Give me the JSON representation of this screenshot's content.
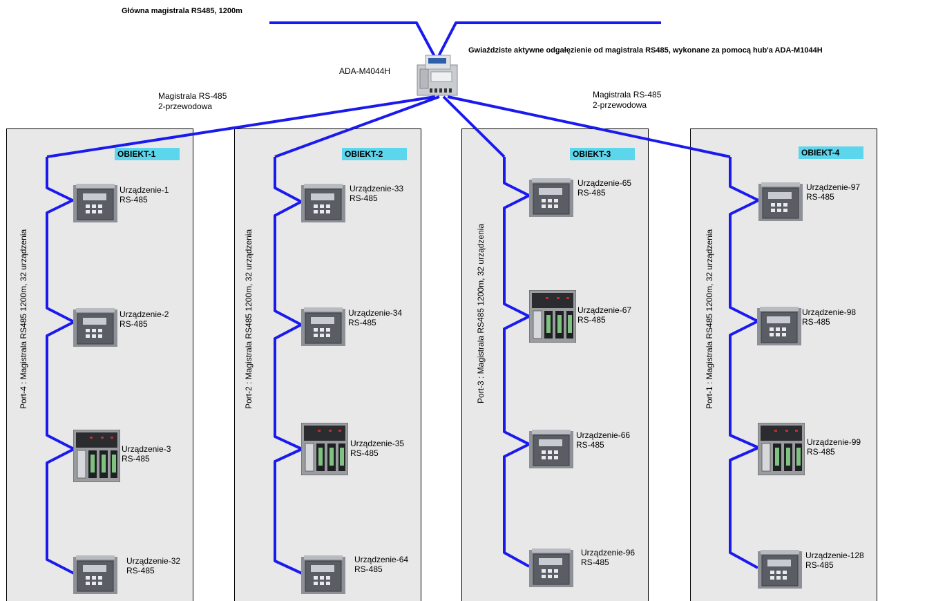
{
  "title": "Główna magistrala RS485, 1200m",
  "hub_description": "Gwiaździste aktywne odgałęzienie od magistrala RS485, wykonane za pomocą hub'a ADA-M1044H",
  "hub_label": "ADA-M4044H",
  "bus_label_left": {
    "line1": "Magistrala RS-485",
    "line2": "2-przewodowa"
  },
  "bus_label_right": {
    "line1": "Magistrala RS-485",
    "line2": "2-przewodowa"
  },
  "colors": {
    "wire": "#1a1aee",
    "panel": "#e8e8e8",
    "object_tag": "#5cd6ec"
  },
  "objects": [
    {
      "name": "OBIEKT-1",
      "port": "Port-4 : Magistrala RS485 1200m, 32 urządzenia",
      "devices": [
        {
          "name": "Urządzenie-1",
          "proto": "RS-485",
          "type": "panel-meter"
        },
        {
          "name": "Urządzenie-2",
          "proto": "RS-485",
          "type": "panel-meter"
        },
        {
          "name": "Urządzenie-3",
          "proto": "RS-485",
          "type": "plc-rack"
        },
        {
          "name": "Urządzenie-32",
          "proto": "RS-485",
          "type": "panel-meter"
        }
      ]
    },
    {
      "name": "OBIEKT-2",
      "port": "Port-2 : Magistrala RS485 1200m, 32 urządzenia",
      "devices": [
        {
          "name": "Urządzenie-33",
          "proto": "RS-485",
          "type": "panel-meter"
        },
        {
          "name": "Urządzenie-34",
          "proto": "RS-485",
          "type": "panel-meter"
        },
        {
          "name": "Urządzenie-35",
          "proto": "RS-485",
          "type": "plc-rack"
        },
        {
          "name": "Urządzenie-64",
          "proto": "RS-485",
          "type": "panel-meter"
        }
      ]
    },
    {
      "name": "OBIEKT-3",
      "port": "Port-3 : Magistrala RS485 1200m, 32 urządzenia",
      "devices": [
        {
          "name": "Urządzenie-65",
          "proto": "RS-485",
          "type": "panel-meter"
        },
        {
          "name": "Urządzenie-67",
          "proto": "RS-485",
          "type": "plc-rack"
        },
        {
          "name": "Urządzenie-66",
          "proto": "RS-485",
          "type": "panel-meter"
        },
        {
          "name": "Urządzenie-96",
          "proto": "RS-485",
          "type": "panel-meter"
        }
      ]
    },
    {
      "name": "OBIEKT-4",
      "port": "Port-1 : Magistrala RS485 1200m, 32 urządzenia",
      "devices": [
        {
          "name": "Urządzenie-97",
          "proto": "RS-485",
          "type": "panel-meter"
        },
        {
          "name": "Urządzenie-98",
          "proto": "RS-485",
          "type": "panel-meter"
        },
        {
          "name": "Urządzenie-99",
          "proto": "RS-485",
          "type": "plc-rack"
        },
        {
          "name": "Urządzenie-128",
          "proto": "RS-485",
          "type": "panel-meter"
        }
      ]
    }
  ]
}
